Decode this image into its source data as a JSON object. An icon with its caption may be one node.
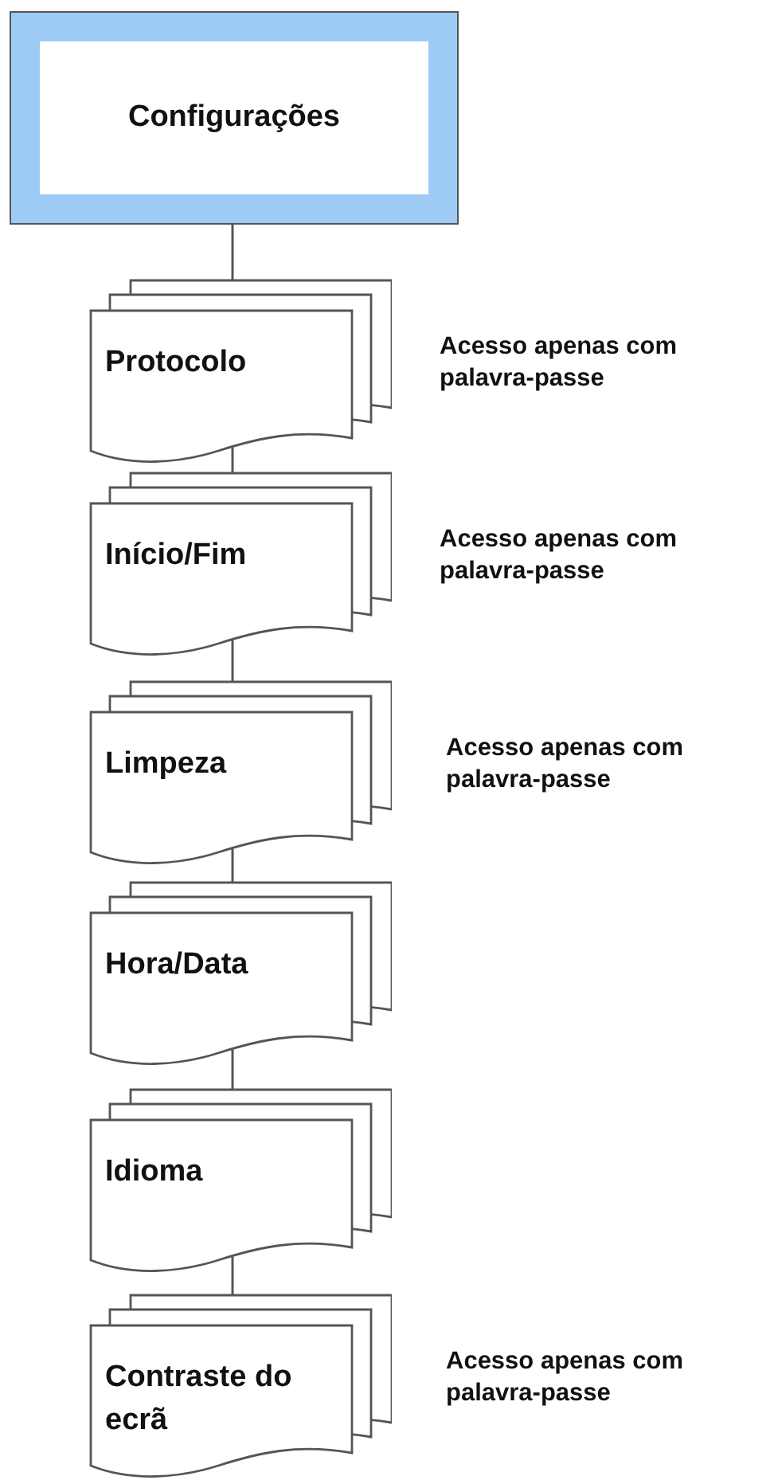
{
  "diagram": {
    "nodes": [
      {
        "text": [
          "Configurações"
        ]
      },
      {
        "text": [
          "Protocolo"
        ],
        "beside": [
          "Acesso apenas com palavra-passe"
        ]
      },
      {
        "text": [
          "Início/Fim"
        ],
        "beside": [
          "Acesso apenas com palavra-passe"
        ]
      },
      {
        "text": [
          "Limpeza"
        ],
        "beside": [
          "Acesso apenas com palavra-passe"
        ]
      },
      {
        "text": [
          "Hora/Data"
        ]
      },
      {
        "text": [
          "Idioma"
        ]
      },
      {
        "text": [
          "Contraste do ecrã"
        ],
        "beside": [
          "Acesso apenas com palavra-passe"
        ]
      }
    ],
    "edges": [
      {
        "from": 0,
        "to": 1,
        "arrow": "none"
      },
      {
        "from": 1,
        "to": 2,
        "arrow": "none"
      },
      {
        "from": 2,
        "to": 3,
        "arrow": "none"
      },
      {
        "from": 3,
        "to": 4,
        "arrow": "none"
      },
      {
        "from": 4,
        "to": 5,
        "arrow": "none"
      },
      {
        "from": 5,
        "to": 6,
        "arrow": "none"
      }
    ]
  }
}
